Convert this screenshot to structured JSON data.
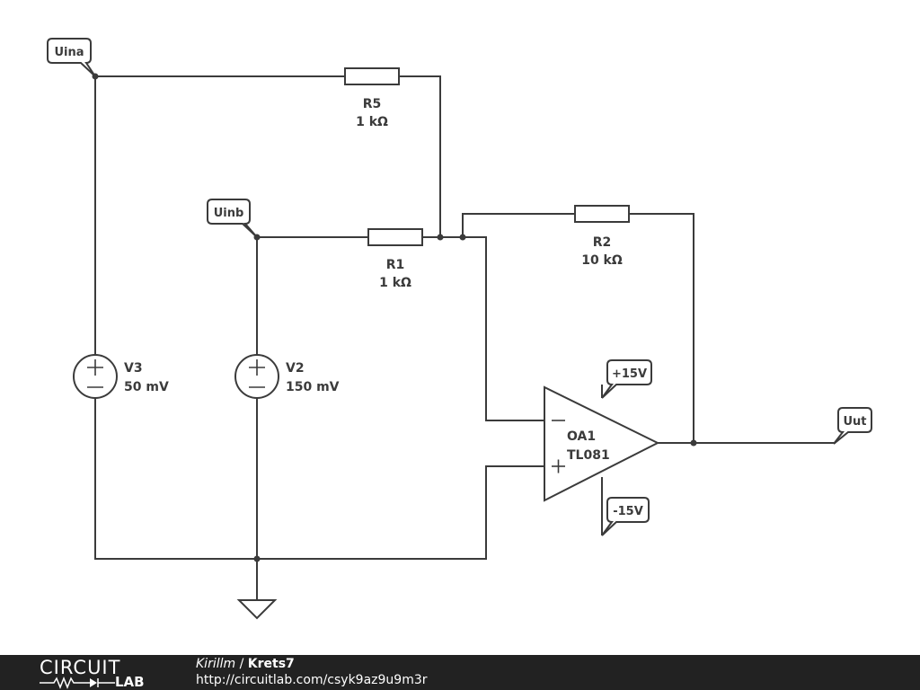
{
  "schematic": {
    "ports": {
      "uina": "Uina",
      "uinb": "Uinb",
      "uut": "Uut",
      "vpos": "+15V",
      "vneg": "-15V"
    },
    "r5": {
      "name": "R5",
      "value": "1 kΩ"
    },
    "r1": {
      "name": "R1",
      "value": "1 kΩ"
    },
    "r2": {
      "name": "R2",
      "value": "10 kΩ"
    },
    "v3": {
      "name": "V3",
      "value": "50 mV"
    },
    "v2": {
      "name": "V2",
      "value": "150 mV"
    },
    "oa1": {
      "name": "OA1",
      "model": "TL081"
    },
    "colors": {
      "wire": "#3b3b3b",
      "footer": "#222222"
    }
  },
  "footer": {
    "logo_top": "CIRCUIT",
    "logo_bottom": "LAB",
    "author": "Kirillm",
    "separator": " / ",
    "title": "Krets7",
    "url": "http://circuitlab.com/csyk9az9u9m3r"
  }
}
